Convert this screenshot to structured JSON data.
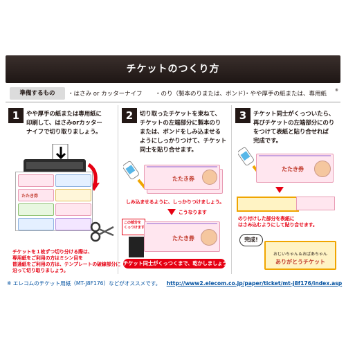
{
  "header": {
    "title": "チケットのつくり方"
  },
  "prep": {
    "label": "準備するもの",
    "items": [
      "・はさみ or カッターナイフ",
      "・のり（製本のりまたは、ボンド）",
      "・やや厚手の紙または、専用紙",
      "※"
    ]
  },
  "steps": [
    {
      "number": "1",
      "lines": [
        "やや厚手の紙または専用紙に",
        "印刷して、はさみorカッター",
        "ナイフで切り取りましょう。"
      ],
      "note": [
        "チケットを１枚ずつ切り分ける際は、",
        "専用紙をご利用の方はミシン目を",
        "普通紙をご利用の方は、テンプレートの破線部分に",
        "沿って切り取りましょう。"
      ]
    },
    {
      "number": "2",
      "lines": [
        "切り取ったチケットを束ねて、",
        "チケットの左端部分に製本のり",
        "または、ボンドをしみ込ませる",
        "ようにしっかりつけて、チケット",
        "同士を貼り合せます。"
      ],
      "note1": "しみ込ませるように、しっかりつけましょう。",
      "note2": "こうなります",
      "callout": [
        "この部分を",
        "くっつけます"
      ],
      "bar": "チケット同士がくっつくまで、乾かしましょう"
    },
    {
      "number": "3",
      "lines": [
        "チケット同士がくっついたら、",
        "再びチケットの左端部分にのり",
        "をつけて表紙と貼り合せれば",
        "完成です。"
      ],
      "note": [
        "のり付けした部分を表紙に",
        "はさみ込むようにして貼り合せます。"
      ],
      "done": "完成!",
      "cover_title": "ありがとうチケット",
      "cover_sub": "おじいちゃん＆おばあちゃん"
    }
  ],
  "ticket_name": "たたき券",
  "footer": {
    "text": "※ エレコムのチケット用紙（MT-J8F176）などがオススメです。",
    "url": "http://www2.elecom.co.jp/paper/ticket/mt-j8f176/index.asp"
  }
}
